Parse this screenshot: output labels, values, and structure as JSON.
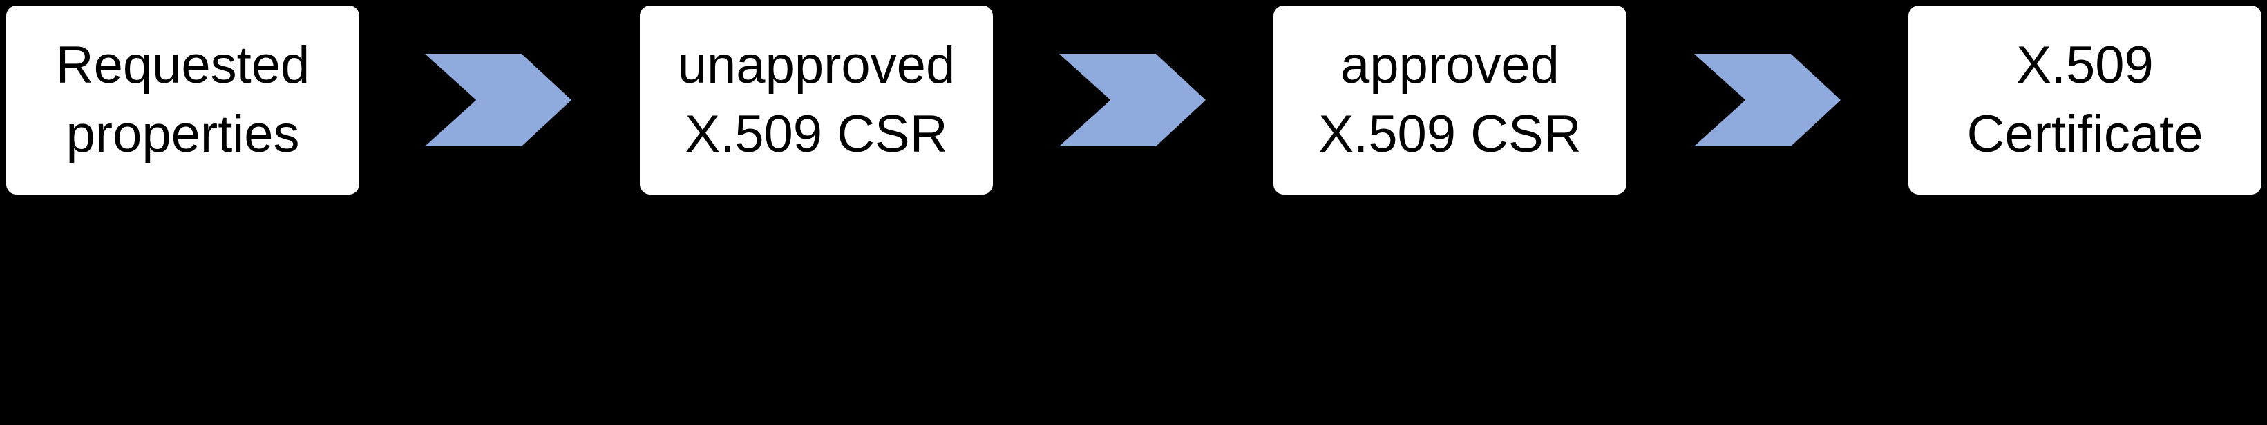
{
  "diagram": {
    "description": "X.509 certificate signing request flow",
    "colors": {
      "background": "#000000",
      "box_fill": "#ffffff",
      "box_text": "#000000",
      "arrow_fill": "#8FAADC"
    },
    "boxes": [
      {
        "id": "requested-properties",
        "line1": "Requested",
        "line2": "properties"
      },
      {
        "id": "unapproved-x509-csr",
        "line1": "unapproved",
        "line2": "X.509 CSR"
      },
      {
        "id": "approved-x509-csr",
        "line1": "approved",
        "line2": "X.509 CSR"
      },
      {
        "id": "x509-certificate",
        "line1": "X.509",
        "line2": "Certificate"
      }
    ],
    "arrows": [
      {
        "from": "requested-properties",
        "to": "unapproved-x509-csr"
      },
      {
        "from": "unapproved-x509-csr",
        "to": "approved-x509-csr"
      },
      {
        "from": "approved-x509-csr",
        "to": "x509-certificate"
      }
    ]
  }
}
